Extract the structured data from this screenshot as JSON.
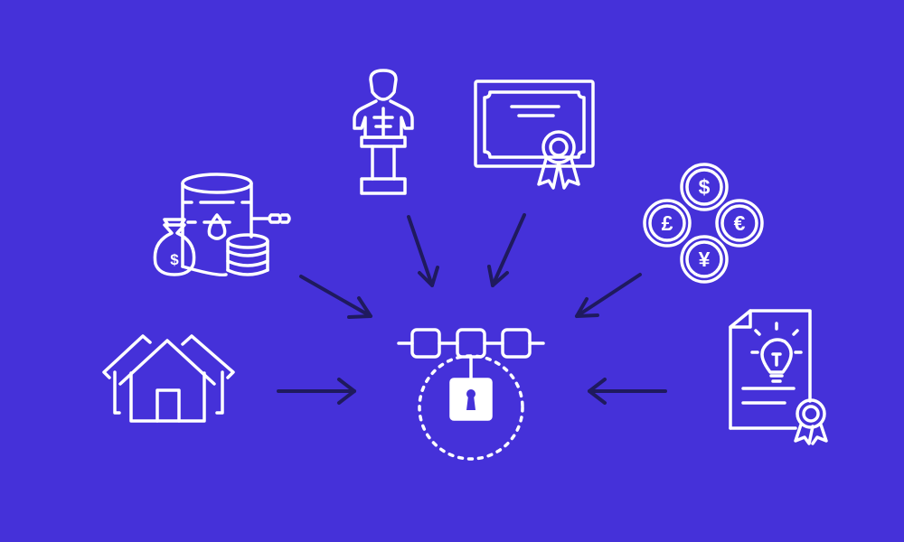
{
  "colors": {
    "background": "#4531D9",
    "icon_stroke": "#FFFFFF",
    "arrow_stroke": "#1F1A5E"
  },
  "center": {
    "icon": "blockchain-lock-icon",
    "parts": [
      "chain-links-icon",
      "padlock-icon",
      "dashed-circle"
    ]
  },
  "assets": [
    {
      "id": "oil-commodities",
      "icon": "oil-barrel-moneybag-coins-icon"
    },
    {
      "id": "art-statue",
      "icon": "statue-bust-icon"
    },
    {
      "id": "certificate",
      "icon": "certificate-with-seal-icon"
    },
    {
      "id": "currencies",
      "icon": "currency-coins-icon",
      "symbols": [
        "$",
        "£",
        "€",
        "¥"
      ]
    },
    {
      "id": "real-estate",
      "icon": "houses-icon"
    },
    {
      "id": "patent",
      "icon": "patent-document-lightbulb-icon"
    }
  ],
  "arrows": [
    "arrow-from-oil",
    "arrow-from-statue",
    "arrow-from-certificate",
    "arrow-from-currencies",
    "arrow-from-houses",
    "arrow-from-patent"
  ]
}
